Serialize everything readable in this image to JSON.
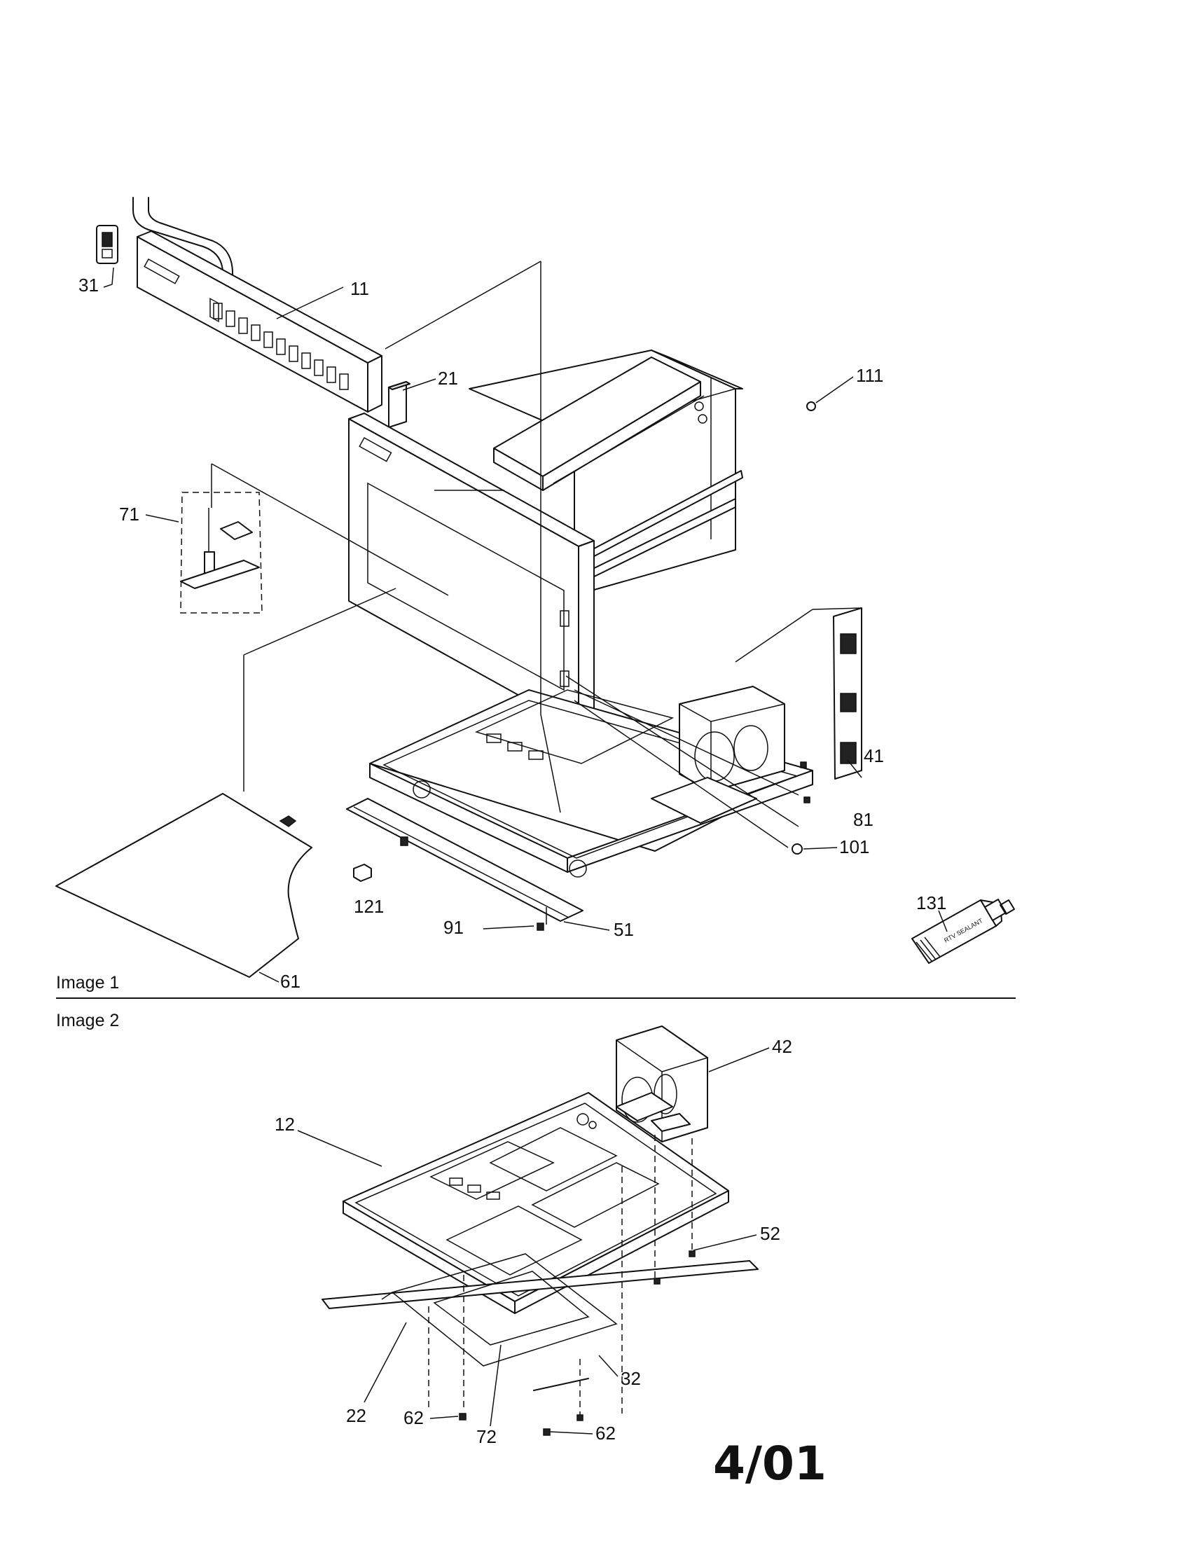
{
  "image_captions": {
    "image1": "Image 1",
    "image2": "Image 2"
  },
  "date_code": "4/01",
  "tube_label": "RTV SEALANT",
  "callouts_image1": [
    "11",
    "21",
    "31",
    "41",
    "51",
    "61",
    "71",
    "81",
    "91",
    "101",
    "111",
    "121",
    "131"
  ],
  "callouts_image2": [
    "12",
    "22",
    "32",
    "42",
    "52",
    "62",
    "62",
    "72"
  ]
}
